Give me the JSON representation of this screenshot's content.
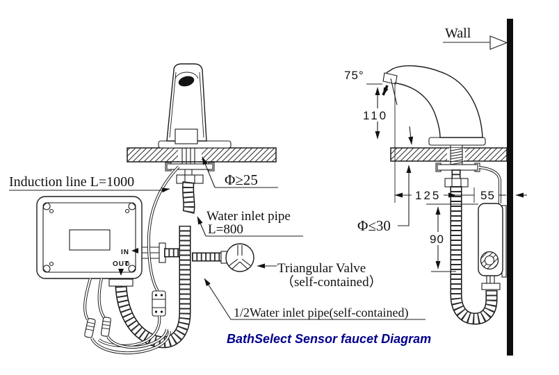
{
  "diagram_title": {
    "text": "BathSelect Sensor faucet Diagram",
    "color": "#00008B"
  },
  "front_view": {
    "induction_line_label": "Induction line L=1000",
    "hole_diameter_label": "Φ≥25",
    "inlet_pipe_label_line1": "Water inlet pipe",
    "inlet_pipe_label_line2": "L=800",
    "valve_label_line1": "Triangular Valve",
    "valve_label_line2": "（self-contained）",
    "supply_pipe_label": "1/2Water inlet pipe(self-contained)",
    "in_port_label": "IN",
    "out_port_label": "OUT"
  },
  "side_view": {
    "wall_label": "Wall",
    "spout_angle": "75°",
    "dim_spout_height": "110",
    "dim_spout_to_center": "125",
    "dim_center_to_wall": "55",
    "hole_diameter_label": "Φ≤30",
    "dim_under_counter": "90"
  }
}
